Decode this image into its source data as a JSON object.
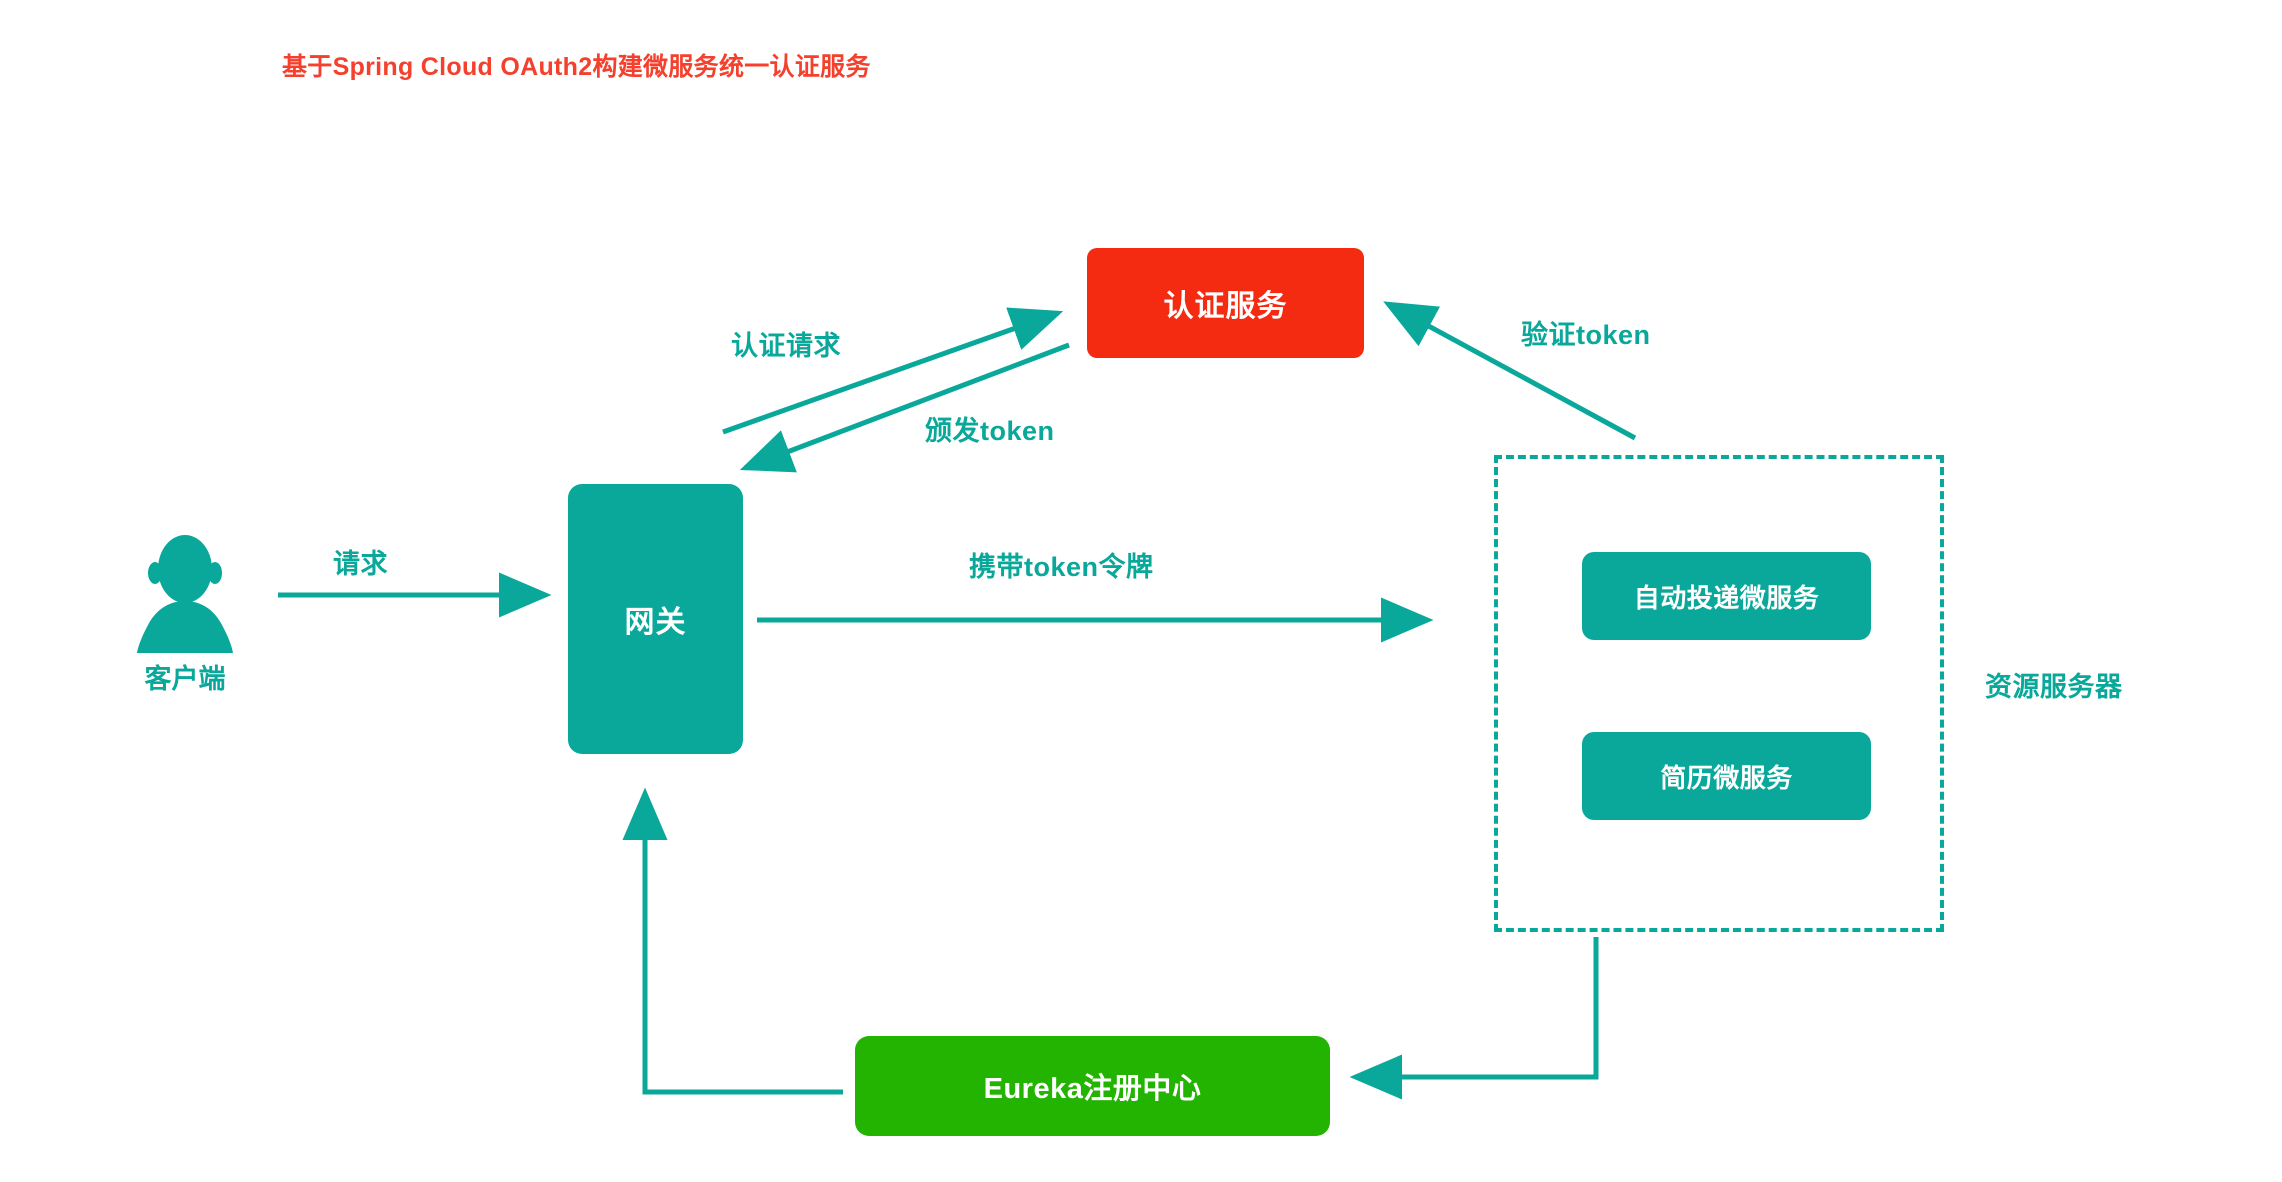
{
  "diagram": {
    "title": "基于Spring Cloud OAuth2构建微服务统一认证服务",
    "background": "#ffffff",
    "colors": {
      "title_red": "#f4402c",
      "auth_red": "#f42a11",
      "teal": "#0aa89a",
      "eureka_green": "#22b400",
      "node_text": "#ffffff"
    }
  },
  "nodes": {
    "client": {
      "label": "客户端",
      "icon": "person-icon"
    },
    "gateway": {
      "label": "网关"
    },
    "auth_service": {
      "label": "认证服务"
    },
    "microservice_delivery": {
      "label": "自动投递微服务"
    },
    "microservice_resume": {
      "label": "简历微服务"
    },
    "eureka": {
      "label": "Eureka注册中心"
    },
    "resource_server": {
      "label": "资源服务器"
    }
  },
  "edges": [
    {
      "id": "client-to-gateway",
      "label": "请求",
      "from": "client",
      "to": "gateway"
    },
    {
      "id": "gateway-to-auth",
      "label": "认证请求",
      "from": "gateway",
      "to": "auth_service"
    },
    {
      "id": "auth-to-gateway",
      "label": "颁发token",
      "from": "auth_service",
      "to": "gateway"
    },
    {
      "id": "resource-to-auth",
      "label": "验证token",
      "from": "resource_server",
      "to": "auth_service"
    },
    {
      "id": "gateway-to-resource",
      "label": "携带token令牌",
      "from": "gateway",
      "to": "resource_server"
    },
    {
      "id": "resource-to-eureka",
      "label": "",
      "from": "resource_server",
      "to": "eureka"
    },
    {
      "id": "eureka-to-gateway",
      "label": "",
      "from": "eureka",
      "to": "gateway"
    }
  ]
}
